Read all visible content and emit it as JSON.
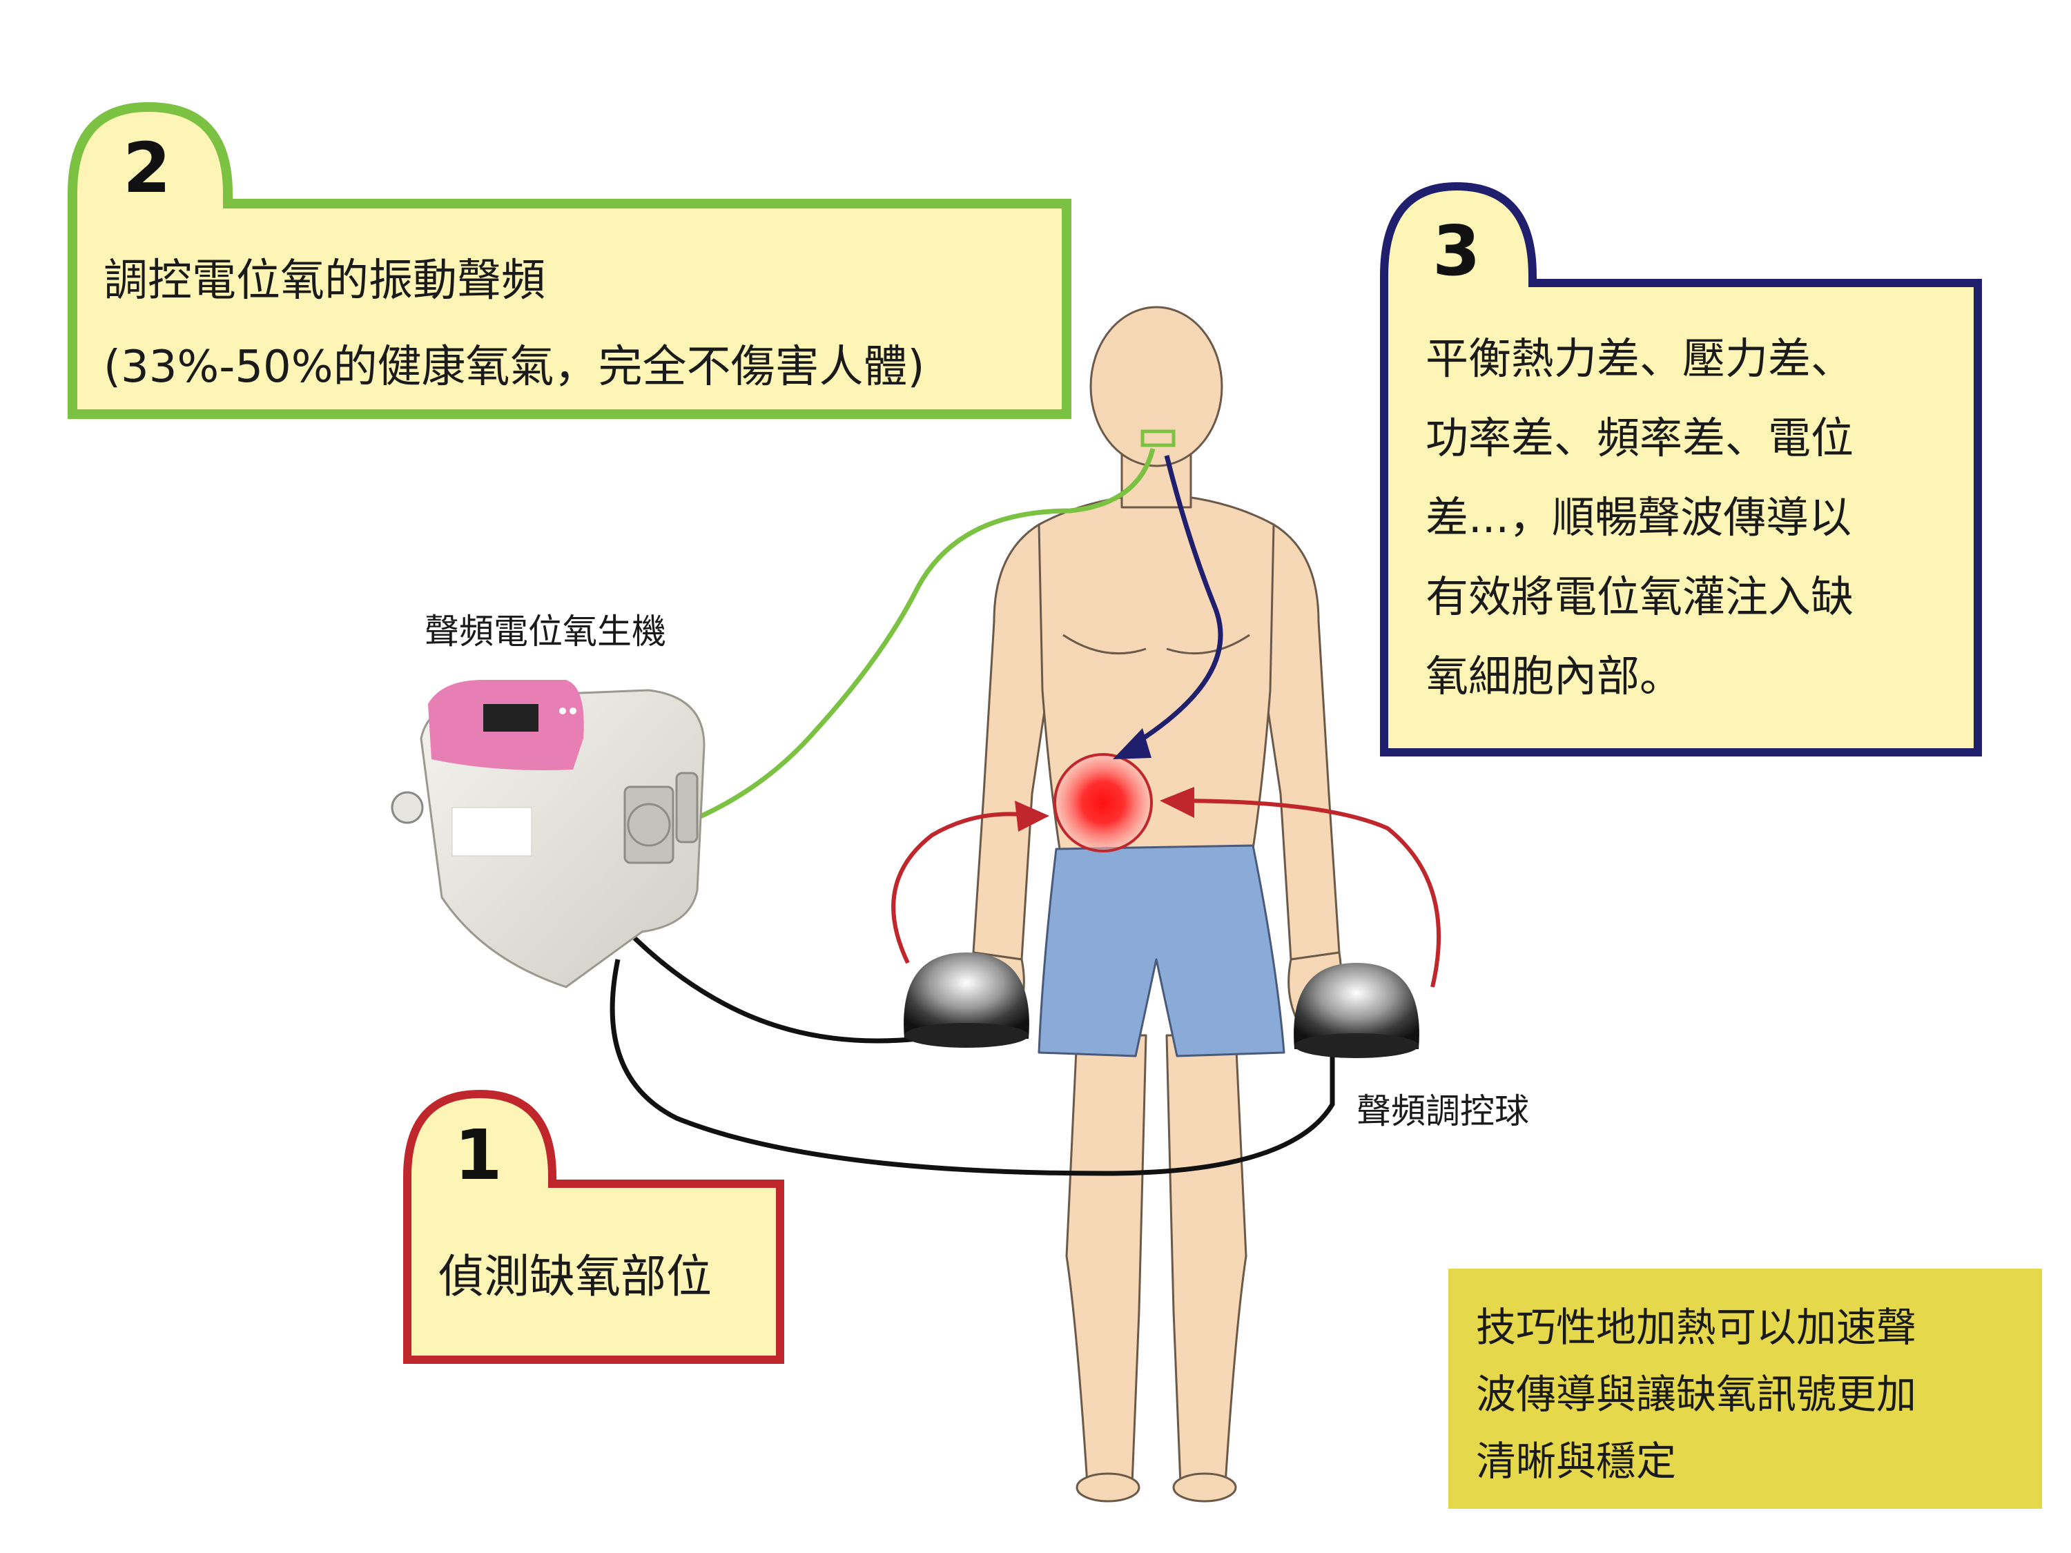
{
  "box1": {
    "number": "1",
    "lines": [
      "偵測缺氧部位"
    ],
    "color": "#c0272d"
  },
  "box2": {
    "number": "2",
    "lines": [
      "調控電位氧的振動聲頻",
      "(33%-50%的健康氧氣，完全不傷害人體)"
    ],
    "color": "#7cc242"
  },
  "box3": {
    "number": "3",
    "lines": [
      "平衡熱力差、壓力差、",
      "功率差、頻率差、電位",
      "差...，順暢聲波傳導以",
      "有效將電位氧灌注入缺",
      "氧細胞內部。"
    ],
    "color": "#1f1f6e"
  },
  "note": {
    "lines": [
      "技巧性地加熱可以加速聲",
      "波傳導與讓缺氧訊號更加",
      "清晰與穩定"
    ],
    "color": "#e5d84a"
  },
  "labels": {
    "machine": "聲頻電位氧生機",
    "balls": "聲頻調控球"
  },
  "colors": {
    "box_fill": "#fdf5b6",
    "skin": "#f7d8b6",
    "shorts": "#8aaad8",
    "arrow_red": "#c0272d",
    "tube_green": "#7cc242",
    "arrow_navy": "#1f1f6e",
    "machine_panel": "#e77fb4",
    "hotspot": "#ff1a1a"
  }
}
